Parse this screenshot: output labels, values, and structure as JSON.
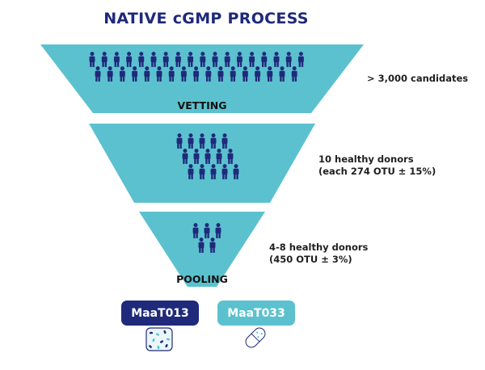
{
  "title": "NATIVE cGMP PROCESS",
  "colors": {
    "navy": "#1f2a7a",
    "teal": "#5cc1cf",
    "dark": "#111111"
  },
  "stages": [
    {
      "label": "VETTING",
      "note_lines": [
        "> 3,000 candidates"
      ]
    },
    {
      "label": "",
      "note_lines": [
        "10 healthy donors",
        "(each 274 OTU ± 15%)"
      ]
    },
    {
      "label": "POOLING",
      "note_lines": [
        "4-8 healthy donors",
        "(450 OTU ± 3%)"
      ]
    }
  ],
  "products": [
    {
      "label": "MaaT013",
      "icon": "microbiome-bag-icon",
      "color": "#1f2a7a"
    },
    {
      "label": "MaaT033",
      "icon": "capsule-icon",
      "color": "#5cc1cf"
    }
  ]
}
